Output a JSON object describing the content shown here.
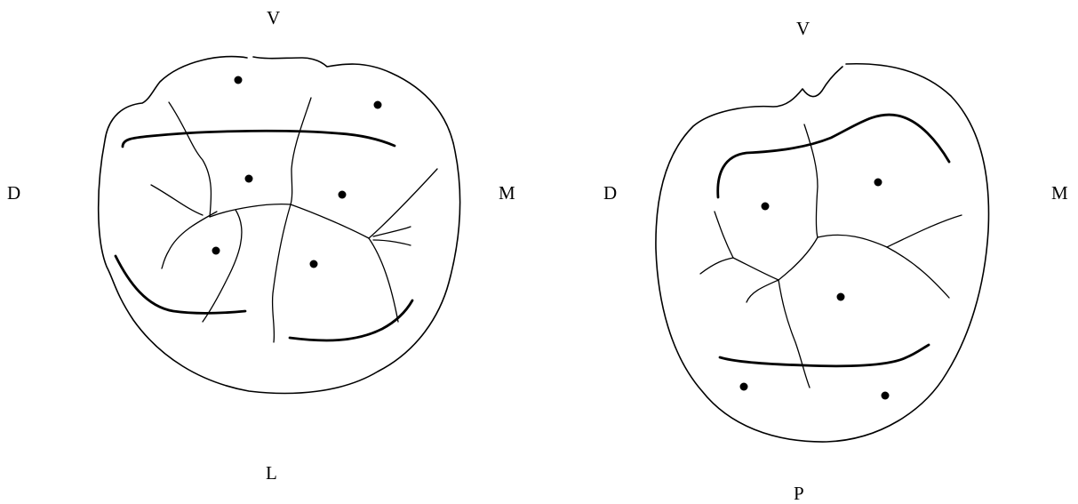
{
  "figures": [
    {
      "id": "left-molar",
      "labels": {
        "top": "V",
        "left": "D",
        "right": "M",
        "bottom": "L"
      }
    },
    {
      "id": "right-molar",
      "labels": {
        "top": "V",
        "left": "D",
        "right": "M",
        "bottom": "P"
      }
    }
  ]
}
